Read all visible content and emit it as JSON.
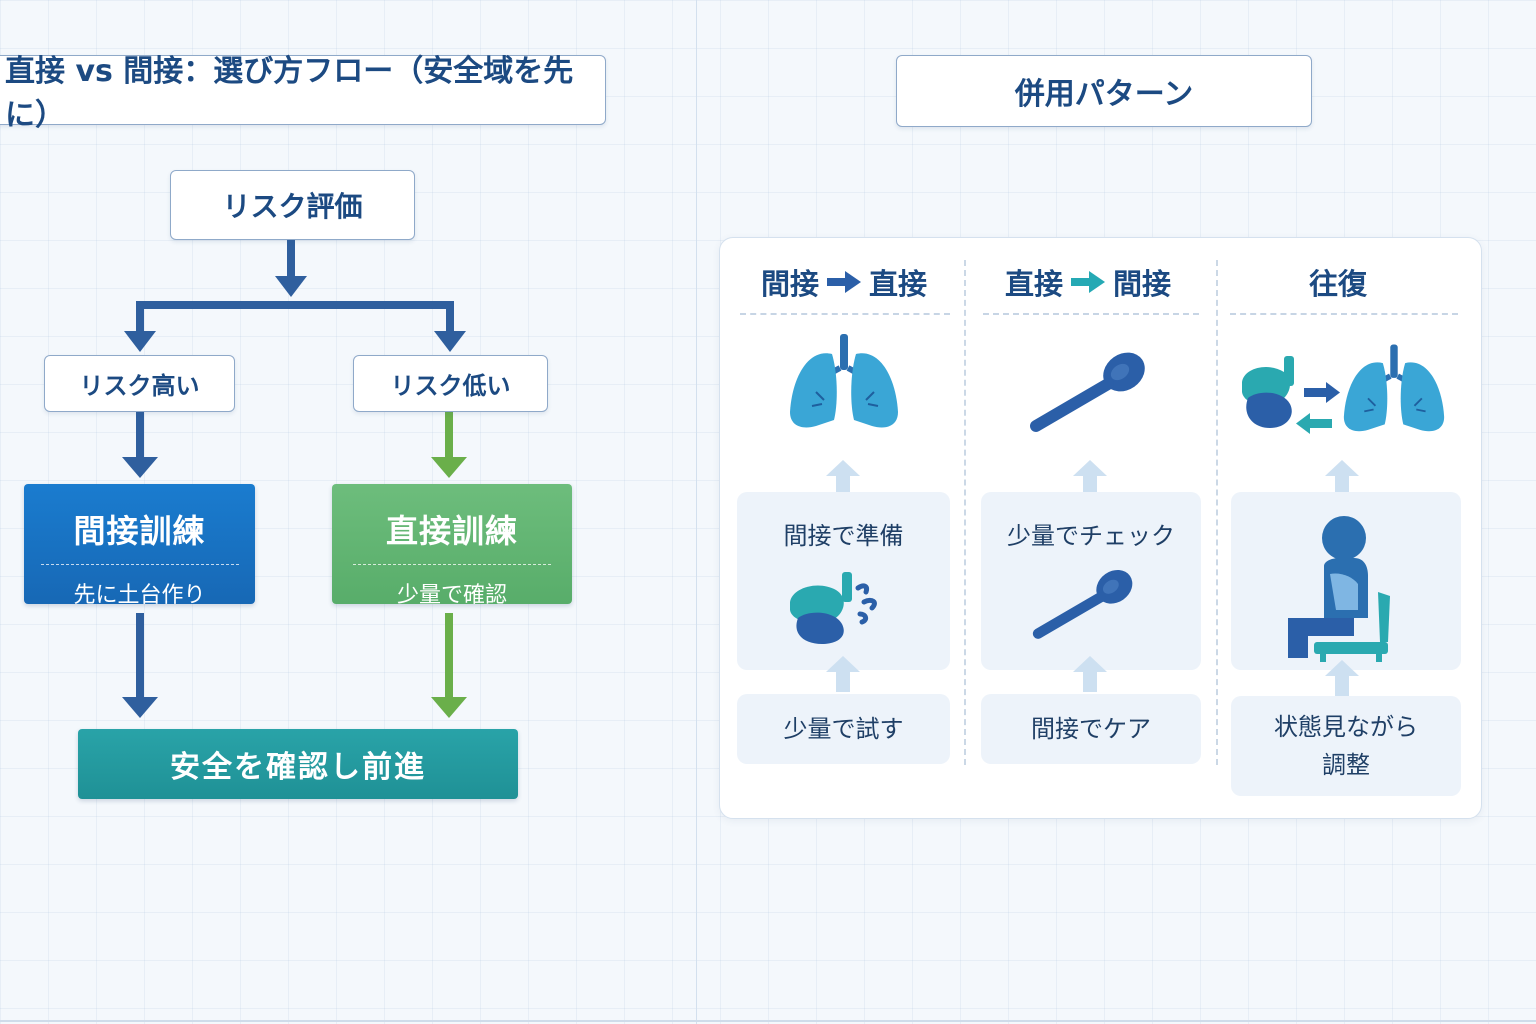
{
  "left": {
    "title": "直接 vs 間接：選び方フロー（安全域を先に）",
    "flow": {
      "start": "リスク評価",
      "high": "リスク高い",
      "low": "リスク低い",
      "indirect": {
        "title": "間接訓練",
        "sub": "先に土台作り"
      },
      "direct": {
        "title": "直接訓練",
        "sub": "少量で確認"
      },
      "final": "安全を確認し前進"
    }
  },
  "right": {
    "title": "併用パターン",
    "columns": [
      {
        "head_a": "間接",
        "head_b": "直接",
        "head_arrow": "right-arrow-icon",
        "middle": "間接で準備",
        "bottom": "少量で試す"
      },
      {
        "head_a": "直接",
        "head_b": "間接",
        "head_arrow": "right-arrow-icon",
        "middle": "少量でチェック",
        "bottom": "間接でケア"
      },
      {
        "head_a": "往復",
        "middle": "",
        "bottom": "状態見ながら\n調整"
      }
    ]
  },
  "colors": {
    "blue": "#1a7ccf",
    "green": "#6dbd7c",
    "teal": "#29a3a8",
    "navy": "#1c4a82",
    "icon_light": "#3aa6d6",
    "icon_dark": "#2b5fa8"
  },
  "icons": [
    "lungs-icon",
    "spoon-icon",
    "swallow-organ-icon",
    "seated-person-icon",
    "exchange-arrows-icon"
  ]
}
